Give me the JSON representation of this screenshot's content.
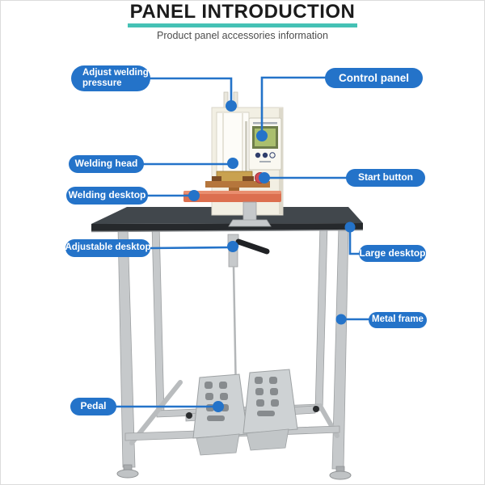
{
  "header": {
    "title": "PANEL INTRODUCTION",
    "subtitle": "Product panel accessories information"
  },
  "colors": {
    "accent_blue": "#2473c9",
    "accent_teal": "#45c1b5",
    "tabletop": "#41474c",
    "metal": "#c6c9cb",
    "machine_body": "#f2efe3",
    "lcd_green": "#aabf6e",
    "welding_desktop_orange": "#dc6f4f",
    "start_button_red": "#d04a55",
    "copper": "#b5763c"
  },
  "callouts": [
    {
      "id": "adjust-welding-pressure",
      "label": "Adjust welding pressure"
    },
    {
      "id": "control-panel",
      "label": "Control panel"
    },
    {
      "id": "welding-head",
      "label": "Welding head"
    },
    {
      "id": "welding-desktop",
      "label": "Welding desktop"
    },
    {
      "id": "start-button",
      "label": "Start button"
    },
    {
      "id": "adjustable-desktop",
      "label": "Adjustable desktop"
    },
    {
      "id": "large-desktop",
      "label": "Large desktop"
    },
    {
      "id": "metal-frame",
      "label": "Metal frame"
    },
    {
      "id": "pedal",
      "label": "Pedal"
    }
  ]
}
